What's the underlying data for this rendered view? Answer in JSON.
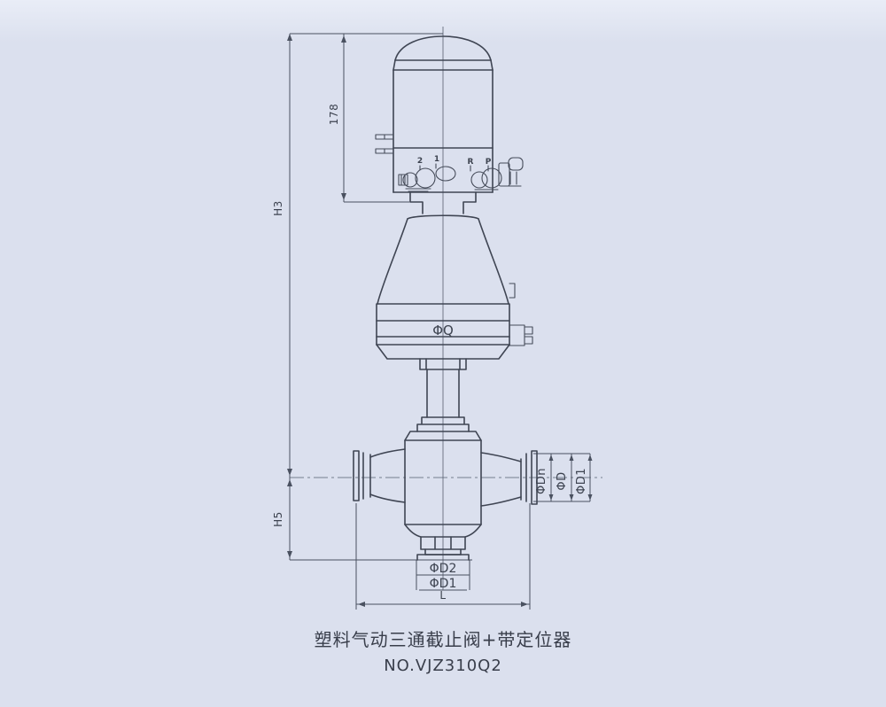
{
  "window": {
    "title_line1": "塑料气动三通截止阀+带定位器",
    "title_line2": "NO.VJZ310Q2"
  },
  "colors": {
    "background": "#dbe0ee",
    "line": "#3f4553",
    "dimension": "#4a5160",
    "text": "#3a3f4c"
  },
  "labels": {
    "height_upper": "H3",
    "height_lower": "H5",
    "positioner_height": "178",
    "length": "L",
    "actuator_diameter": "ΦQ",
    "side_port": {
      "bore": "ΦDn",
      "outer": "ΦD",
      "flange": "ΦD1"
    },
    "bottom_port": {
      "d2": "ΦD2",
      "d1": "ΦD1"
    },
    "positioner_ports": {
      "out2": "2",
      "out1": "1",
      "exhaust": "R",
      "supply": "P"
    }
  }
}
